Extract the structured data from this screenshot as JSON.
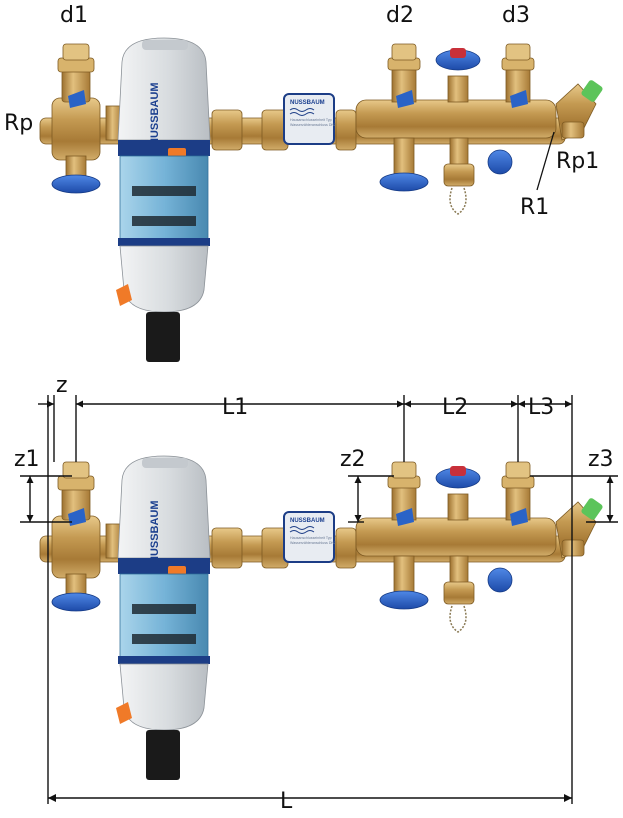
{
  "top_labels": {
    "d1": "d1",
    "d2": "d2",
    "d3": "d3",
    "rp": "Rp",
    "rp1": "Rp1",
    "r1": "R1"
  },
  "dimension_labels": {
    "z": "z",
    "l1": "L1",
    "l2": "L2",
    "l3": "L3",
    "z1": "z1",
    "z2": "z2",
    "z3": "z3",
    "l": "L"
  },
  "brand": "NUSSBAUM",
  "colors": {
    "brass": "#c49a52",
    "brass_dark": "#8a6428",
    "blue_handle": "#2a63c7",
    "red_cap": "#c8303a",
    "green_cap": "#5cc45a",
    "filter_head": "#d9dde1",
    "filter_bowl": "#7fb8d8",
    "navy_band": "#1c3d86",
    "orange": "#f07a28",
    "black": "#1a1a1a"
  }
}
